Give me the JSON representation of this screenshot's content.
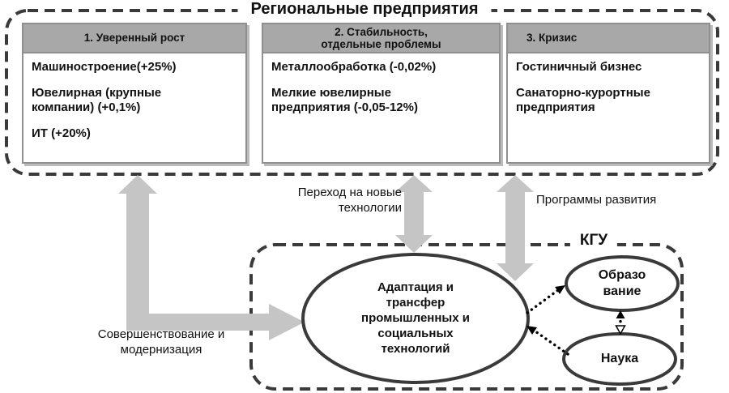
{
  "title": "Региональные предприятия",
  "boxes": [
    {
      "header": "1. Уверенный рост",
      "items": [
        "Машиностроение(+25%)",
        "Ювелирная (крупные компании) (+0,1%)",
        "ИТ (+20%)"
      ]
    },
    {
      "header": "2. Стабильность, отдельные проблемы",
      "items": [
        "Металлообработка (-0,02%)",
        "Мелкие ювелирные предприятия (-0,05-12%)"
      ]
    },
    {
      "header": "3. Кризис",
      "items": [
        "Гостиничный бизнес",
        "Санаторно-курортные предприятия"
      ]
    }
  ],
  "labels": {
    "transition": "Переход на новые технологии",
    "programs": "Программы развития",
    "modernization": "Совершенствование и модернизация"
  },
  "kgu": {
    "label": "КГУ",
    "main_ellipse_lines": [
      "Адаптация и",
      "трансфер",
      "промышленных и",
      "социальных",
      "технологий"
    ],
    "education_lines": [
      "Образо",
      "вание"
    ],
    "science": "Наука"
  },
  "colors": {
    "header_bg": "#a8a8a8",
    "arrow_gray": "#c5c5c5",
    "outline": "#3a3a3a"
  }
}
